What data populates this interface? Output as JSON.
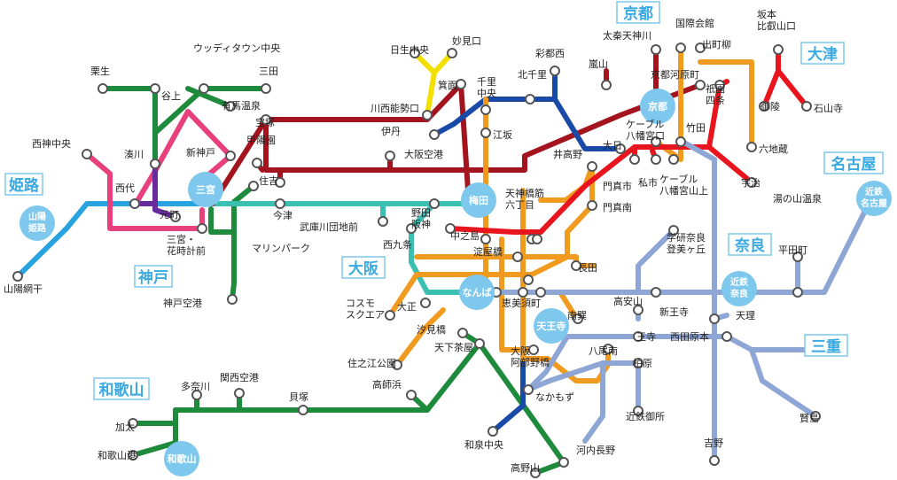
{
  "colors": {
    "sanyo": "#29a3e0",
    "hanshin_kobe": "#e8407c",
    "kobe_green": "#1e8a3c",
    "purple": "#6a2a9e",
    "teal": "#3bbfb0",
    "maroon": "#a3141f",
    "yellow": "#f4e000",
    "blue": "#1a4aa8",
    "orange": "#f09b1f",
    "red": "#e8141e",
    "lavender": "#8ea6d6",
    "hub": "#7ec8ee"
  },
  "regions": [
    "姫路",
    "神戸",
    "大阪",
    "和歌山",
    "京都",
    "大津",
    "名古屋",
    "奈良",
    "三重"
  ],
  "hubs": [
    "三宮",
    "梅田",
    "なんば",
    "天王寺",
    "京都",
    "山陽\n姫路",
    "和歌山",
    "近鉄\n奈良",
    "近鉄\n名古屋"
  ],
  "stations": [
    "山陽網干",
    "西神中央",
    "栗生",
    "谷上",
    "ウッディタウン中央",
    "三田",
    "有馬温泉",
    "湊川",
    "新神戸",
    "西代",
    "元町",
    "三宮・\n花時計前",
    "神戸空港",
    "宝塚",
    "甲陽園",
    "住吉",
    "今津",
    "マリンパーク",
    "武庫川団地前",
    "日生中央",
    "妙見口",
    "川西能勢口",
    "伊丹",
    "箕面",
    "千里\n中央",
    "北千里",
    "彩都西",
    "大阪空港",
    "江坂",
    "野田\n阪神",
    "中之島",
    "西九条",
    "淀屋橋",
    "天神橋筋\n六丁目",
    "門真南",
    "長田",
    "井高野",
    "コスモ\nスクエア",
    "大正",
    "恵美須町",
    "汐見橋",
    "天下茶屋",
    "住之江公園",
    "高師浜",
    "大阪\n阿部野橋",
    "南巽",
    "八尾南",
    "なかもず",
    "和泉中央",
    "高野山",
    "河内長野",
    "貝塚",
    "関西空港",
    "多奈川",
    "加太",
    "和歌山港",
    "嵐山",
    "太秦天神川",
    "国際会館",
    "出町柳",
    "京都河原町",
    "祇園\n四条",
    "竹田",
    "ケーブル\n八幡宮口",
    "大日",
    "門真市",
    "私市",
    "ケーブル\n八幡宮山上",
    "坂本\n比叡山口",
    "御陵",
    "石山寺",
    "六地蔵",
    "宇治",
    "湯の山温泉",
    "学研奈良\n登美ヶ丘",
    "平田町",
    "高安山",
    "新王寺",
    "天理",
    "王寺",
    "西田原本",
    "柏原",
    "近鉄御所",
    "吉野",
    "賢島"
  ]
}
